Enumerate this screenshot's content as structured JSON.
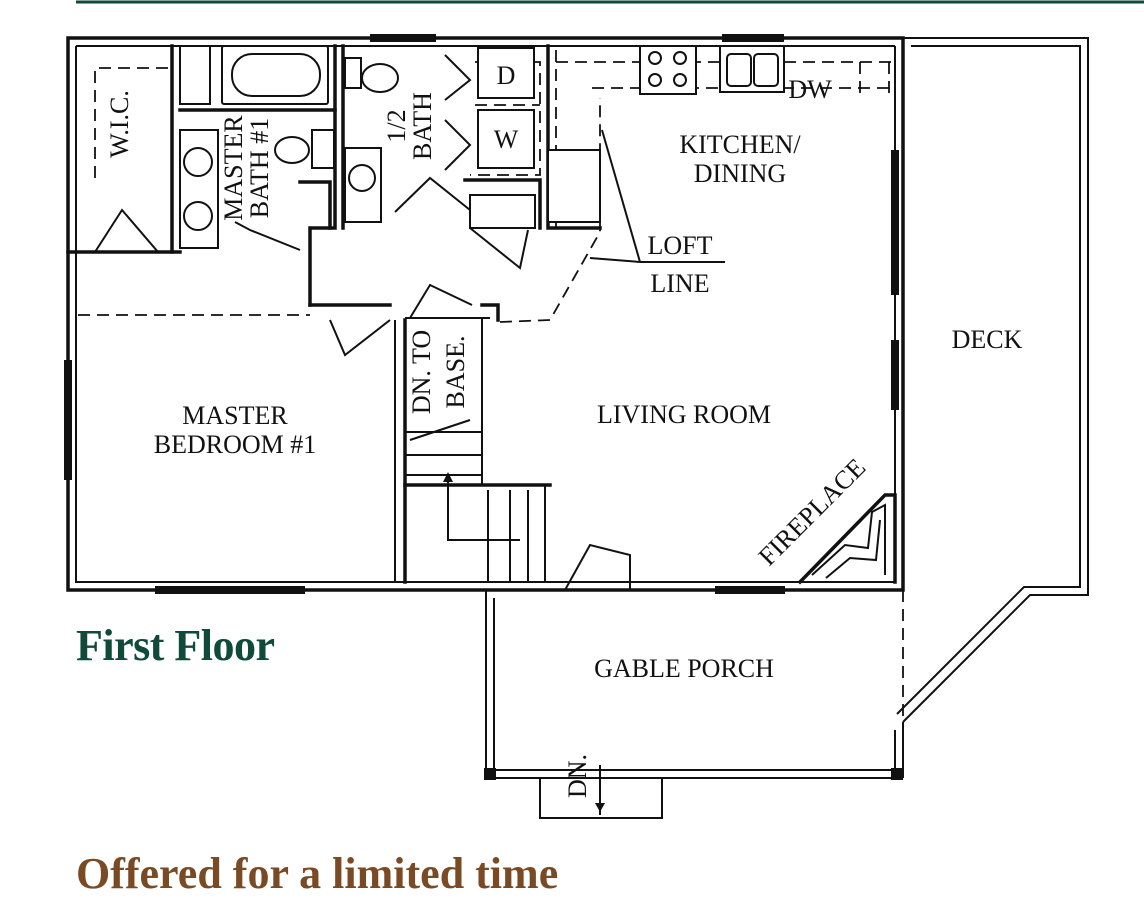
{
  "title": "First Floor",
  "tagline": "Offered for a limited time",
  "colors": {
    "title": "#0f4a3a",
    "tagline": "#7a4a24",
    "rule": "#0f4a3a",
    "lines": "#111111"
  },
  "rooms": {
    "wic": "W.I.C.",
    "master_bath_line1": "MASTER",
    "master_bath_line2": "BATH #1",
    "half_bath_line1": "1/2",
    "half_bath_line2": "BATH",
    "dryer": "D",
    "washer": "W",
    "dishwasher": "DW",
    "kitchen_line1": "KITCHEN/",
    "kitchen_line2": "DINING",
    "loft_line1": "LOFT",
    "loft_line2": "LINE",
    "deck": "DECK",
    "stair_line1": "DN. TO",
    "stair_line2": "BASE.",
    "bedroom_line1": "MASTER",
    "bedroom_line2": "BEDROOM #1",
    "living": "LIVING ROOM",
    "fireplace": "FIREPLACE",
    "porch": "GABLE PORCH",
    "porch_down": "DN."
  }
}
